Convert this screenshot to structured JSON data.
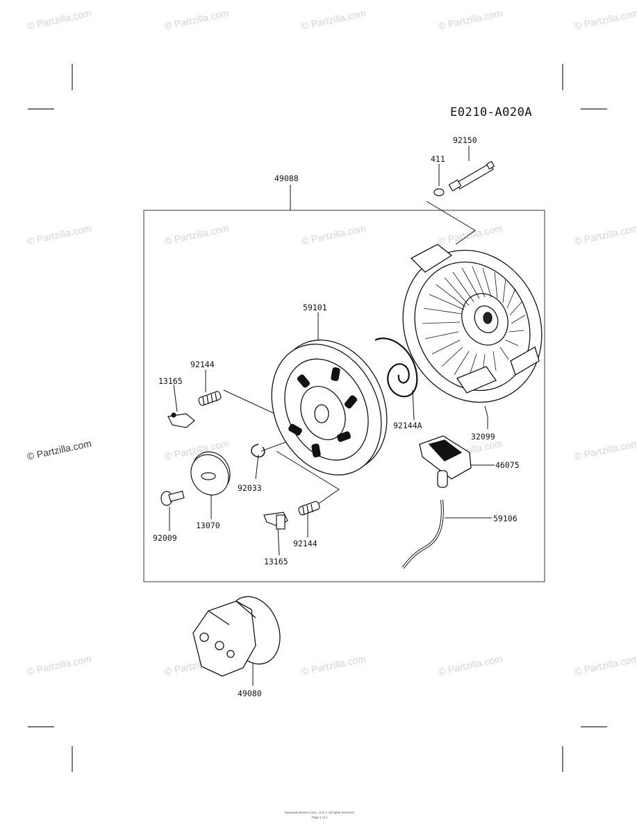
{
  "diagram_code": "E0210-A020A",
  "watermark_text": "© Partzilla.com",
  "part_labels": {
    "p92150": "92150",
    "p411": "411",
    "p49088": "49088",
    "p59101": "59101",
    "p92144_a": "92144",
    "p13165_a": "13165",
    "p92144A": "92144A",
    "p32099": "32099",
    "p46075": "46075",
    "p92033": "92033",
    "p13070": "13070",
    "p92009": "92009",
    "p59106": "59106",
    "p92144_b": "92144",
    "p13165_b": "13165",
    "p49080": "49080"
  },
  "footer": {
    "line1": "Kawasaki Motors Corp., U.S.A. All rights reserved.",
    "line2": "Page 1 of 1"
  }
}
